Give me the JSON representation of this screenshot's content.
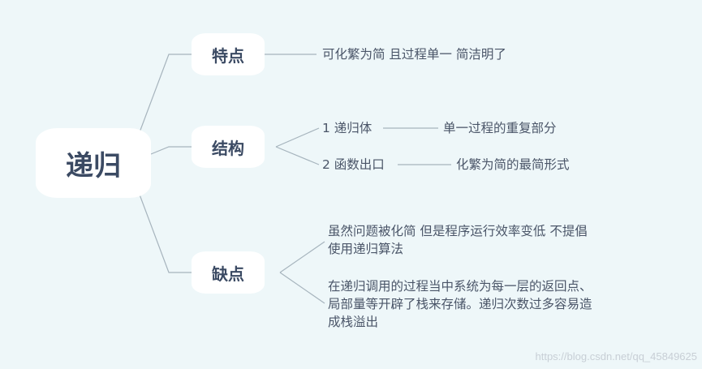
{
  "root": {
    "label": "递归"
  },
  "branches": [
    {
      "label": "特点",
      "leaves": [
        {
          "text": "可化繁为简 且过程单一  简洁明了"
        }
      ]
    },
    {
      "label": "结构",
      "leaves": [
        {
          "text": "1 递归体",
          "detail": "单一过程的重复部分"
        },
        {
          "text": "2 函数出口",
          "detail": "化繁为简的最简形式"
        }
      ]
    },
    {
      "label": "缺点",
      "leaves": [
        {
          "lines": [
            "虽然问题被化简 但是程序运行效率变低 不提倡",
            "使用递归算法"
          ]
        },
        {
          "lines": [
            "在递归调用的过程当中系统为每一层的返回点、",
            "局部量等开辟了栈来存储。递归次数过多容易造",
            "成栈溢出"
          ]
        }
      ]
    }
  ],
  "watermark": "https://blog.csdn.net/qq_45849625",
  "colors": {
    "background": "#eef7f9",
    "node": "#ffffff",
    "text": "#3b4a63",
    "line": "#a6b4bd"
  }
}
